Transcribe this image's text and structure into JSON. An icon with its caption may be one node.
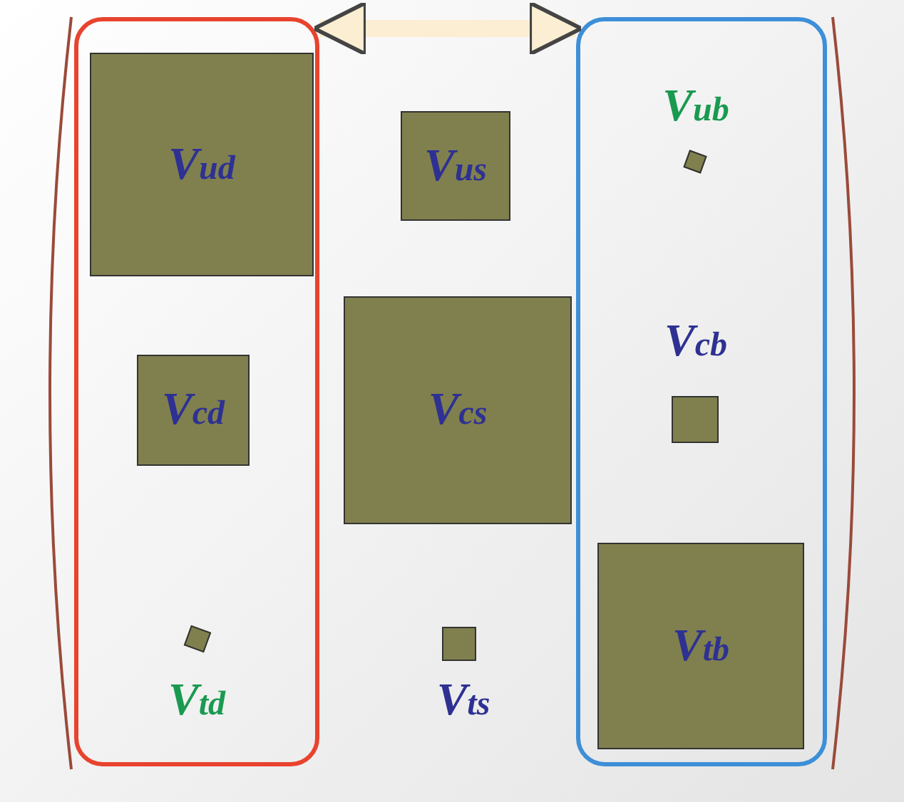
{
  "diagram": {
    "nodes": [
      {
        "text": [],
        "shape": "box"
      },
      {
        "text": [
          "V$_{ud}$"
        ],
        "in": 0
      },
      {
        "text": [
          "V$_{cd}$"
        ],
        "in": 0
      },
      {
        "text": [
          "V$_{td}$"
        ],
        "in": 0
      },
      {
        "text": [
          "V$_{us}$"
        ]
      },
      {
        "text": [
          "V$_{cs}$"
        ]
      },
      {
        "text": [
          "V$_{ts}$"
        ]
      },
      {
        "text": [],
        "shape": "box"
      },
      {
        "text": [
          "V$_{ub}$"
        ],
        "in": 7
      },
      {
        "text": [
          "V$_{cb}$"
        ],
        "in": 7
      },
      {
        "text": [
          "V$_{tb}$"
        ],
        "in": 7
      }
    ],
    "edges": [
      {
        "from": 0,
        "to": 7,
        "arrow": "both"
      }
    ]
  }
}
